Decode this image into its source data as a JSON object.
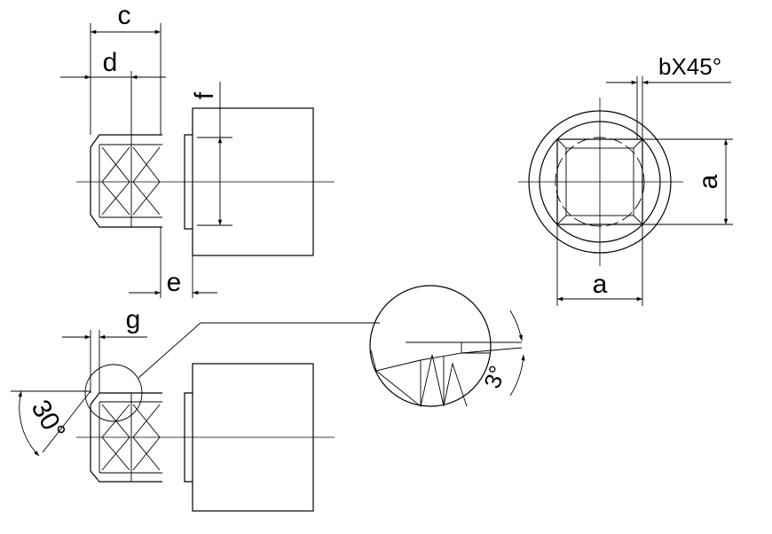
{
  "labels": {
    "c": "c",
    "d": "d",
    "f": "f",
    "e": "e",
    "g": "g",
    "angle_30": "30°",
    "angle_3": "3°",
    "chamfer": "bX45°",
    "a_horizontal": "a",
    "a_vertical": "a"
  }
}
